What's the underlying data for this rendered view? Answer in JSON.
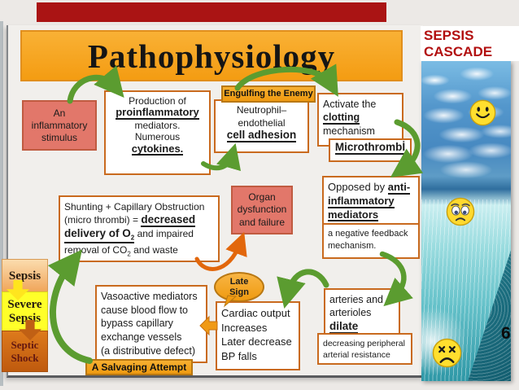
{
  "title": "Pathophysiology",
  "page_number": "6",
  "side_panel": {
    "l1": "SEPSIS",
    "l2": "CASCADE"
  },
  "labels": {
    "engulfing": "Engulfing the Enemy",
    "salvaging": "A Salvaging Attempt",
    "late_l1": "Late",
    "late_l2": "Sign"
  },
  "stack": {
    "sepsis": "Sepsis",
    "severe": "Severe Sepsis",
    "shock": "Septic Shock"
  },
  "boxes": {
    "stimulus": {
      "l1": "An",
      "l2": "inflammatory",
      "l3": "stimulus"
    },
    "production": {
      "l1": "Production of",
      "l2": "proinflammatory",
      "l3": "mediators.",
      "l4": "Numerous",
      "l5": "cytokines."
    },
    "neutrophil": {
      "l1": "Neutrophil–",
      "l2": "endothelial",
      "l3": "cell adhesion"
    },
    "activate": {
      "l1": "Activate the",
      "l2": "clotting",
      "l3": "mechanism"
    },
    "microthrombi": {
      "l1": "Microthrombİ"
    },
    "opposed": {
      "l1a": "Opposed by ",
      "l1b": "anti-",
      "l2": "inflammatory",
      "l3": "mediators"
    },
    "feedback": {
      "l1": "a negative feedback",
      "l2": "mechanism."
    },
    "shunting": {
      "l1": "Shunting + Capillary Obstruction",
      "l2a": "(micro thrombi) = ",
      "l2b": "decreased",
      "l3a": "delivery of O",
      "l3sub": "2",
      "l3b": " and impaired",
      "l4a": "removal of CO",
      "l4sub": "2",
      "l4b": " and waste"
    },
    "organ": {
      "l1": "Organ",
      "l2": "dysfunction",
      "l3": "and failure"
    },
    "vasoactive": {
      "l1": "Vasoactive mediators",
      "l2": "cause blood flow to",
      "l3": "bypass capillary",
      "l4": "exchange vessels",
      "l5": "(a distributive defect)"
    },
    "cardiac": {
      "l1": "Cardiac output",
      "l2": "Increases",
      "l3": "Later decrease",
      "l4": "BP falls"
    },
    "arteries": {
      "l1": "arteries and",
      "l2": "arterioles",
      "l3": "dilate"
    },
    "resistance": {
      "l1": "decreasing peripheral",
      "l2": "arterial resistance"
    }
  },
  "colors": {
    "top_bar": "#AA1414",
    "title_bg": "#F6A21E",
    "box_border": "#C96A1E",
    "salmon_fill": "#E2776A",
    "arrow_green": "#5B9C30",
    "arrow_orange": "#E2670C",
    "heading_red": "#B20F0F",
    "severe_yellow": "#FFFF29"
  }
}
